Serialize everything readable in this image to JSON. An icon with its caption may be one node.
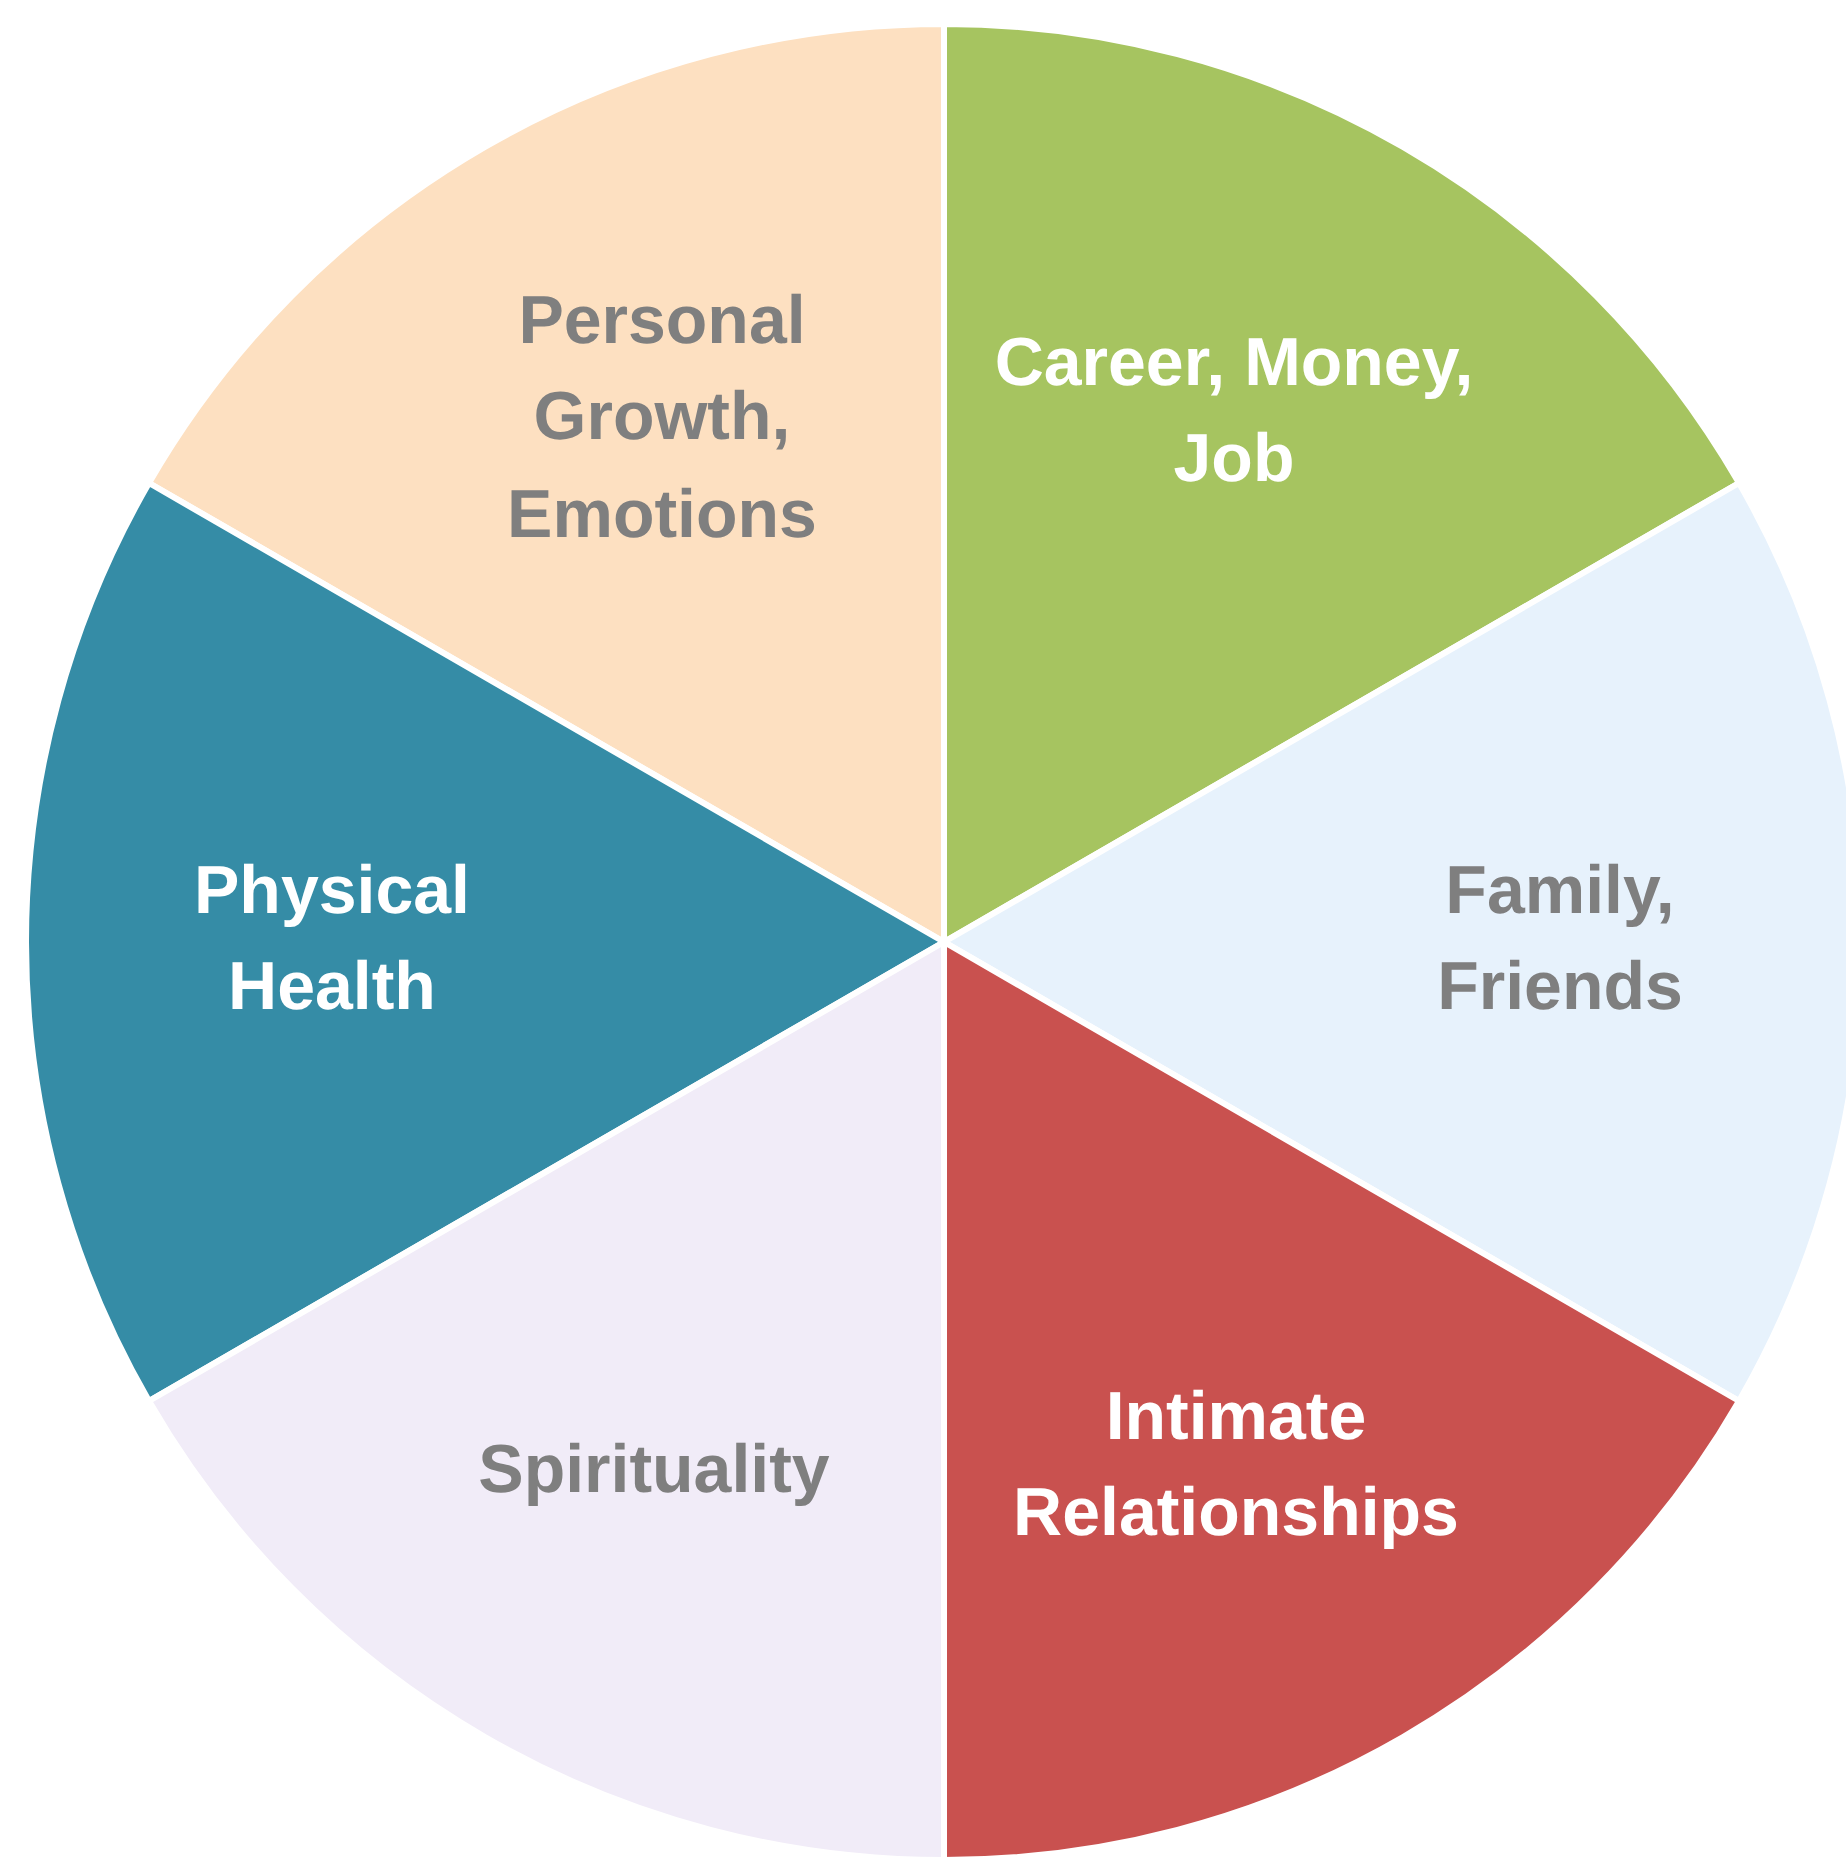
{
  "diagram": {
    "nodes": [
      {
        "text": [
          "Personal Growth, Emotions"
        ]
      },
      {
        "text": [
          "Career, Money, Job"
        ]
      },
      {
        "text": [
          "Physical Health"
        ]
      },
      {
        "text": [
          "Family, Friends"
        ]
      },
      {
        "text": [
          "Spirituality"
        ]
      },
      {
        "text": [
          "Intimate Relationships"
        ]
      }
    ]
  }
}
